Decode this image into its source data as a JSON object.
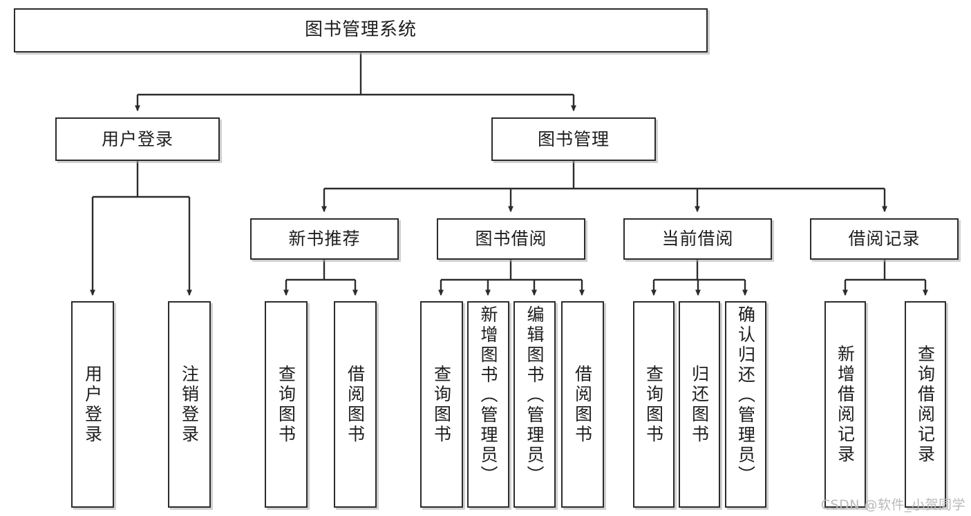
{
  "diagram": {
    "type": "tree-hierarchy",
    "title": "图书管理系统",
    "watermark": "CSDN @软件_小贺同学",
    "colors": {
      "background": "#ffffff",
      "box_border": "#2b2b2b",
      "box_fill": "#ffffff",
      "edge": "#2b2b2b",
      "shadow": "#aaaaaa",
      "watermark": "#b9b9b9"
    },
    "nodes": {
      "root": {
        "label": "图书管理系统"
      },
      "level1": [
        {
          "id": "user-login",
          "label": "用户登录"
        },
        {
          "id": "book-management",
          "label": "图书管理"
        }
      ],
      "level2": [
        {
          "id": "new-book-recommend",
          "label": "新书推荐"
        },
        {
          "id": "book-borrow",
          "label": "图书借阅"
        },
        {
          "id": "current-borrow",
          "label": "当前借阅"
        },
        {
          "id": "borrow-record",
          "label": "借阅记录"
        }
      ],
      "leaves": {
        "user_login": [
          {
            "id": "leaf-user-login",
            "label": "用户登录"
          },
          {
            "id": "leaf-logout",
            "label": "注销登录"
          }
        ],
        "new_book_recommend": [
          {
            "id": "leaf-query-book-1",
            "label": "查询图书"
          },
          {
            "id": "leaf-borrow-book-1",
            "label": "借阅图书"
          }
        ],
        "book_borrow": [
          {
            "id": "leaf-query-book-2",
            "label": "查询图书"
          },
          {
            "id": "leaf-add-book",
            "label": "新增图书（管理员）"
          },
          {
            "id": "leaf-edit-book",
            "label": "编辑图书（管理员）"
          },
          {
            "id": "leaf-borrow-book-2",
            "label": "借阅图书"
          }
        ],
        "current_borrow": [
          {
            "id": "leaf-query-book-3",
            "label": "查询图书"
          },
          {
            "id": "leaf-return-book",
            "label": "归还图书"
          },
          {
            "id": "leaf-confirm-return",
            "label": "确认归还（管理员）"
          }
        ],
        "borrow_record": [
          {
            "id": "leaf-add-record",
            "label": "新增借阅记录"
          },
          {
            "id": "leaf-query-record",
            "label": "查询借阅记录"
          }
        ]
      }
    }
  }
}
